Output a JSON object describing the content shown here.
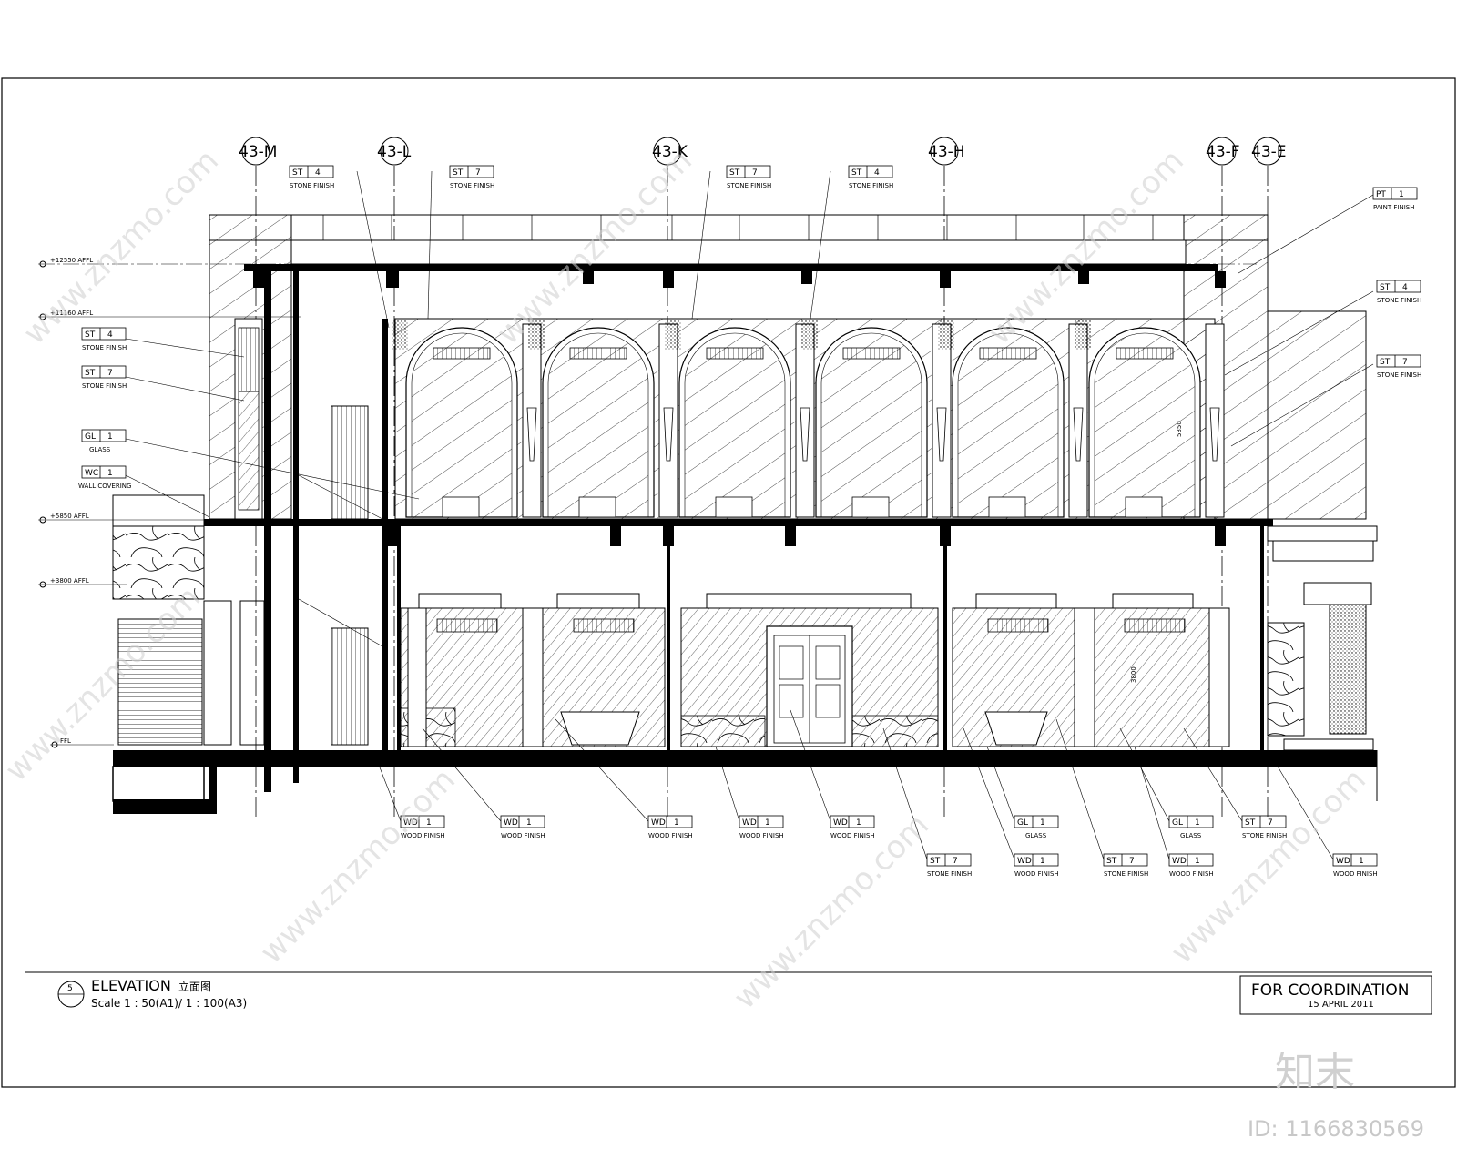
{
  "drawing": {
    "title": "ELEVATION",
    "title_cn": "立面图",
    "view_number": "5",
    "scale": "Scale 1 : 50(A1)/ 1 : 100(A3)",
    "status": "FOR COORDINATION",
    "date": "15 APRIL 2011"
  },
  "grid_lines": [
    "43-M",
    "43-L",
    "43-K",
    "43-H",
    "43-F",
    "43-E"
  ],
  "levels": [
    "+12550 AFFL",
    "+11160 AFFL",
    "+5850 AFFL",
    "+3800 AFFL",
    "FFL"
  ],
  "top_tags": [
    {
      "code": "ST",
      "num": "4",
      "desc": "STONE FINISH"
    },
    {
      "code": "ST",
      "num": "7",
      "desc": "STONE FINISH"
    },
    {
      "code": "ST",
      "num": "7",
      "desc": "STONE FINISH"
    },
    {
      "code": "ST",
      "num": "4",
      "desc": "STONE FINISH"
    },
    {
      "code": "PT",
      "num": "1",
      "desc": "PAINT FINISH"
    }
  ],
  "left_tags": [
    {
      "code": "ST",
      "num": "4",
      "desc": "STONE FINISH"
    },
    {
      "code": "ST",
      "num": "7",
      "desc": "STONE FINISH"
    },
    {
      "code": "GL",
      "num": "1",
      "desc": "GLASS"
    },
    {
      "code": "WC",
      "num": "1",
      "desc": "WALL COVERING"
    }
  ],
  "right_tags": [
    {
      "code": "ST",
      "num": "4",
      "desc": "STONE FINISH"
    },
    {
      "code": "ST",
      "num": "7",
      "desc": "STONE FINISH"
    }
  ],
  "bottom_tags": [
    {
      "code": "WD",
      "num": "1",
      "desc": "WOOD FINISH"
    },
    {
      "code": "WD",
      "num": "1",
      "desc": "WOOD FINISH"
    },
    {
      "code": "WD",
      "num": "1",
      "desc": "WOOD FINISH"
    },
    {
      "code": "WD",
      "num": "1",
      "desc": "WOOD FINISH"
    },
    {
      "code": "WD",
      "num": "1",
      "desc": "WOOD FINISH"
    },
    {
      "code": "ST",
      "num": "7",
      "desc": "STONE FINISH"
    },
    {
      "code": "GL",
      "num": "1",
      "desc": "GLASS"
    },
    {
      "code": "WD",
      "num": "1",
      "desc": "WOOD FINISH"
    },
    {
      "code": "ST",
      "num": "7",
      "desc": "STONE FINISH"
    },
    {
      "code": "GL",
      "num": "1",
      "desc": "GLASS"
    },
    {
      "code": "WD",
      "num": "1",
      "desc": "WOOD FINISH"
    },
    {
      "code": "ST",
      "num": "7",
      "desc": "STONE FINISH"
    },
    {
      "code": "WD",
      "num": "1",
      "desc": "WOOD FINISH"
    }
  ],
  "dimensions": [
    "5350",
    "3800"
  ],
  "watermark": {
    "text": "www.znzmo.com",
    "brand": "知末",
    "id": "ID: 1166830569"
  }
}
